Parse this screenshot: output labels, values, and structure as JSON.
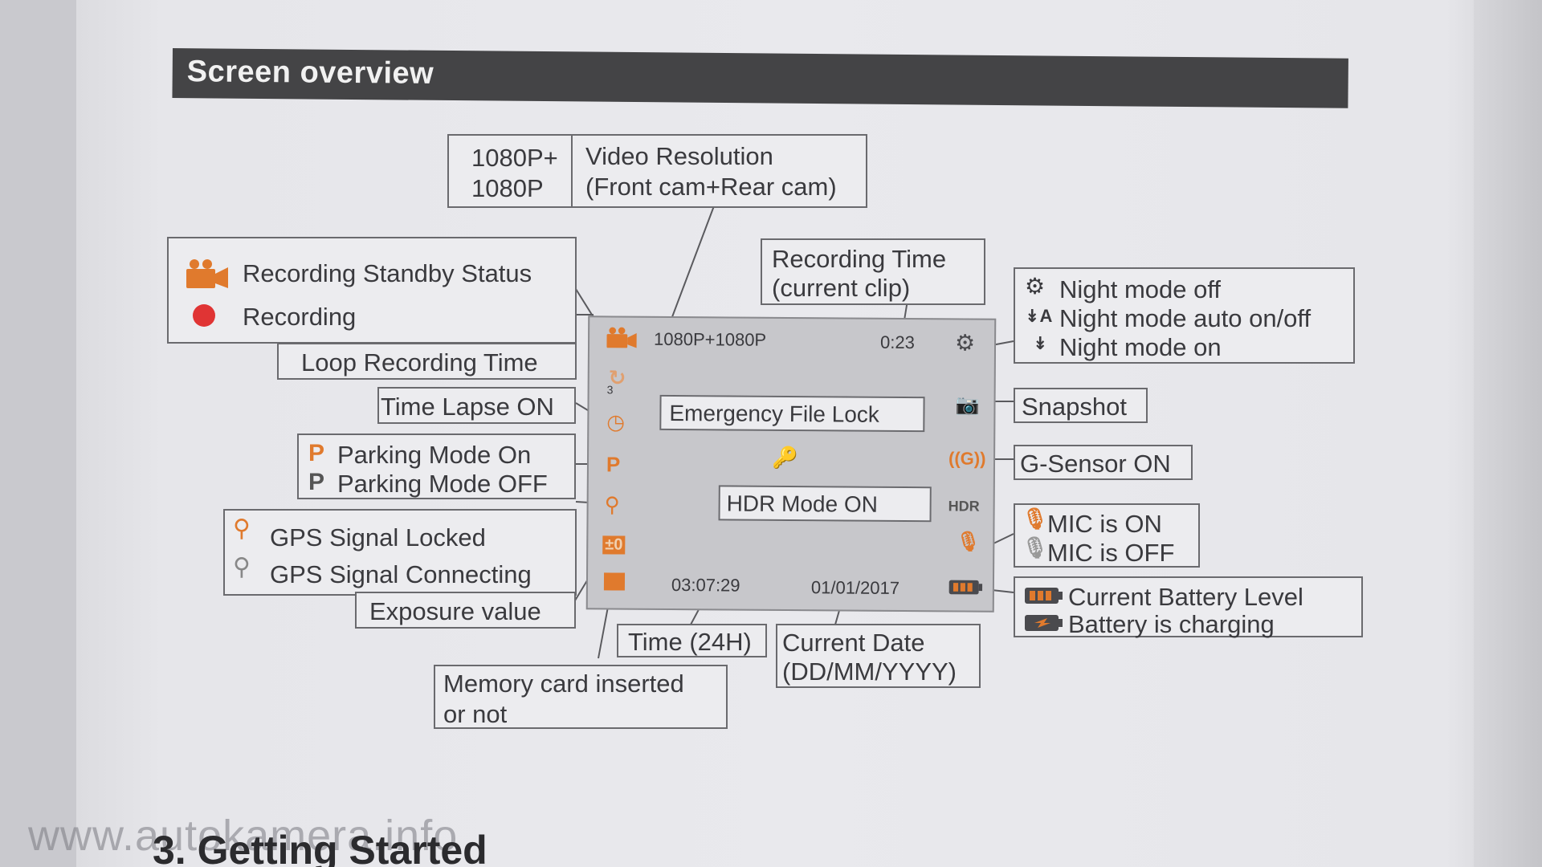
{
  "header": {
    "title": "Screen overview"
  },
  "screen": {
    "resolution_text": "1080P+1080P",
    "recording_time": "0:23",
    "emergency_label": "Emergency File Lock",
    "hdr_label": "HDR Mode ON",
    "hdr_icon_text": "HDR",
    "time": "03:07:29",
    "date": "01/01/2017",
    "loop_digit": "3",
    "exposure_text": "±0",
    "parking_icon_text": "P"
  },
  "labels": {
    "video_res_values": [
      "1080P+",
      "1080P"
    ],
    "video_res_desc": [
      "Video Resolution",
      "(Front cam+Rear cam)"
    ],
    "standby": "Recording Standby Status",
    "recording": "Recording",
    "rec_time": [
      "Recording Time",
      "(current clip)"
    ],
    "night_off": "Night mode off",
    "night_auto": "Night mode auto on/off",
    "night_on": "Night mode on",
    "night_auto_icon": "A",
    "loop": "Loop Recording Time",
    "timelapse": "Time Lapse ON",
    "snapshot": "Snapshot",
    "parking_on": "Parking Mode On",
    "parking_off": "Parking Mode OFF",
    "gsensor": "G-Sensor ON",
    "gps_locked": "GPS Signal Locked",
    "gps_connecting": "GPS Signal Connecting",
    "mic_on": "MIC is ON",
    "mic_off": "MIC is OFF",
    "exposure": "Exposure value",
    "battery_level": "Current Battery Level",
    "battery_charging": "Battery is charging",
    "time_24h": "Time (24H)",
    "date_format": [
      "Current Date",
      "(DD/MM/YYYY)"
    ],
    "memory_card": [
      "Memory card inserted",
      "or not"
    ]
  },
  "watermark": "www.autokamera.info",
  "footer": {
    "heading": "3. Getting Started"
  },
  "icons": [
    "video-camera-icon",
    "record-dot-icon",
    "loop-icon",
    "clock-icon",
    "parking-icon",
    "gps-icon",
    "exposure-icon",
    "memory-card-icon",
    "key-icon",
    "night-mode-icon",
    "camera-icon",
    "gsensor-icon",
    "mic-icon",
    "battery-icon"
  ],
  "colors": {
    "accent": "#e07a2d",
    "record_red": "#e03434",
    "header_bg": "#444446"
  }
}
